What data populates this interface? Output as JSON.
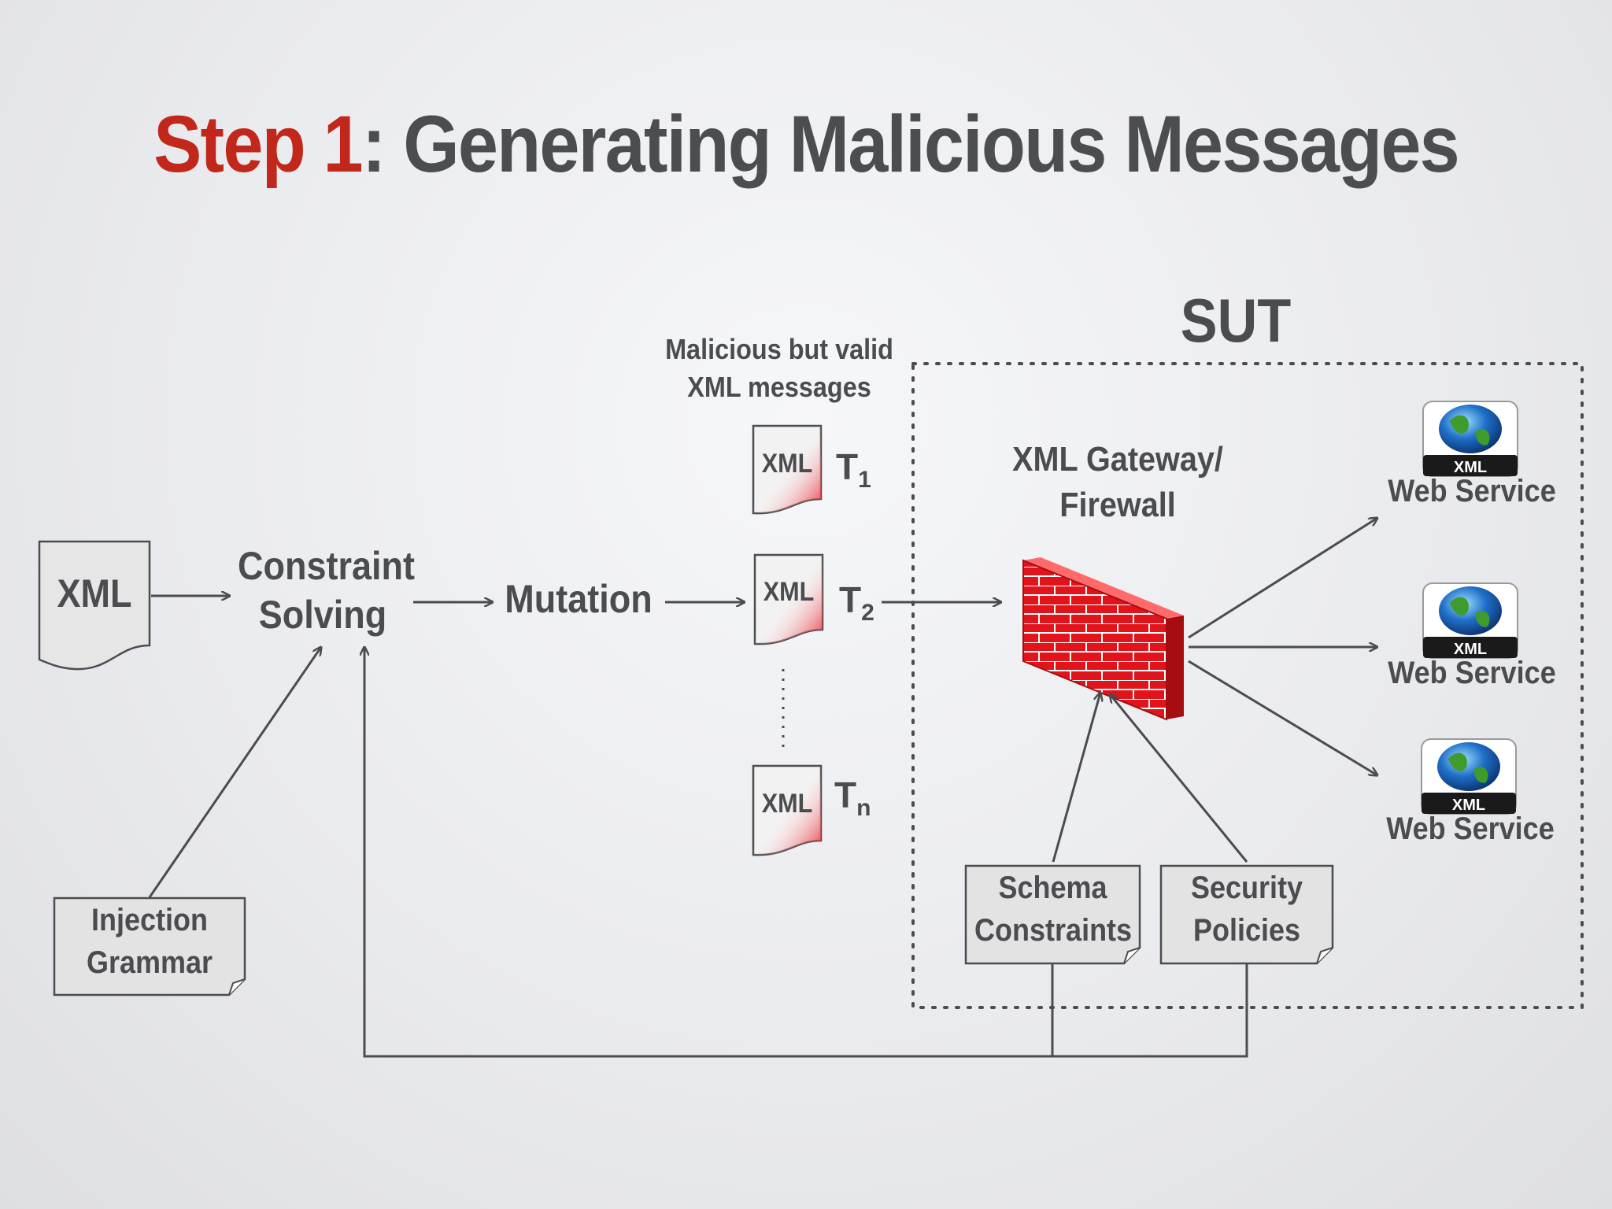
{
  "title": {
    "step": "Step 1",
    "rest": ": Generating Malicious Messages"
  },
  "input_doc": "XML",
  "constraint_solving": [
    "Constraint",
    "Solving"
  ],
  "mutation": "Mutation",
  "injection_grammar": [
    "Injection",
    "Grammar"
  ],
  "messages_caption": [
    "Malicious but valid",
    "XML messages"
  ],
  "messages": [
    {
      "doc": "XML",
      "label": "T",
      "sub": "1"
    },
    {
      "doc": "XML",
      "label": "T",
      "sub": "2"
    },
    {
      "doc": "XML",
      "label": "T",
      "sub": "n"
    }
  ],
  "sut": "SUT",
  "gateway": [
    "XML Gateway/",
    "Firewall"
  ],
  "schema_constraints": [
    "Schema",
    "Constraints"
  ],
  "security_policies": [
    "Security",
    "Policies"
  ],
  "web_services": [
    {
      "badge": "XML",
      "label": "Web Service"
    },
    {
      "badge": "XML",
      "label": "Web Service"
    },
    {
      "badge": "XML",
      "label": "Web Service"
    }
  ],
  "colors": {
    "accent": "#c1271a",
    "text": "#4a4c50",
    "doc_fill": "#e6e6e6",
    "firewall": "#e0141a"
  }
}
